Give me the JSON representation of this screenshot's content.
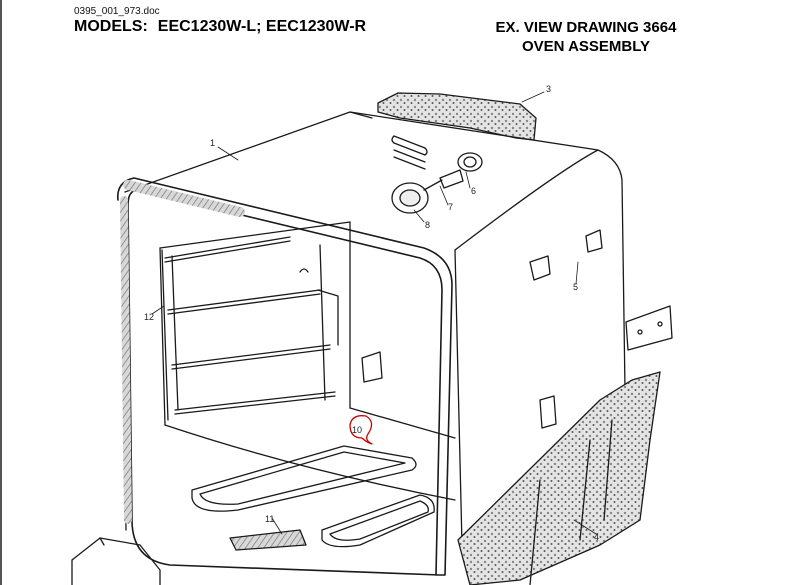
{
  "header": {
    "filename": "0395_001_973.doc",
    "models_label": "MODELS:",
    "models_value": "EEC1230W-L; EEC1230W-R",
    "drawing_title": "EX. VIEW DRAWING 3664",
    "assembly_title": "OVEN ASSEMBLY"
  },
  "callouts": {
    "c1": "1",
    "c3": "3",
    "c4": "4",
    "c5": "5",
    "c6": "6",
    "c7": "7",
    "c8": "8",
    "c10": "10",
    "c11": "11",
    "c12": "12"
  },
  "colors": {
    "line": "#1a1a1a",
    "highlight": "#cc0000",
    "insulation": "#9a9a9a"
  }
}
